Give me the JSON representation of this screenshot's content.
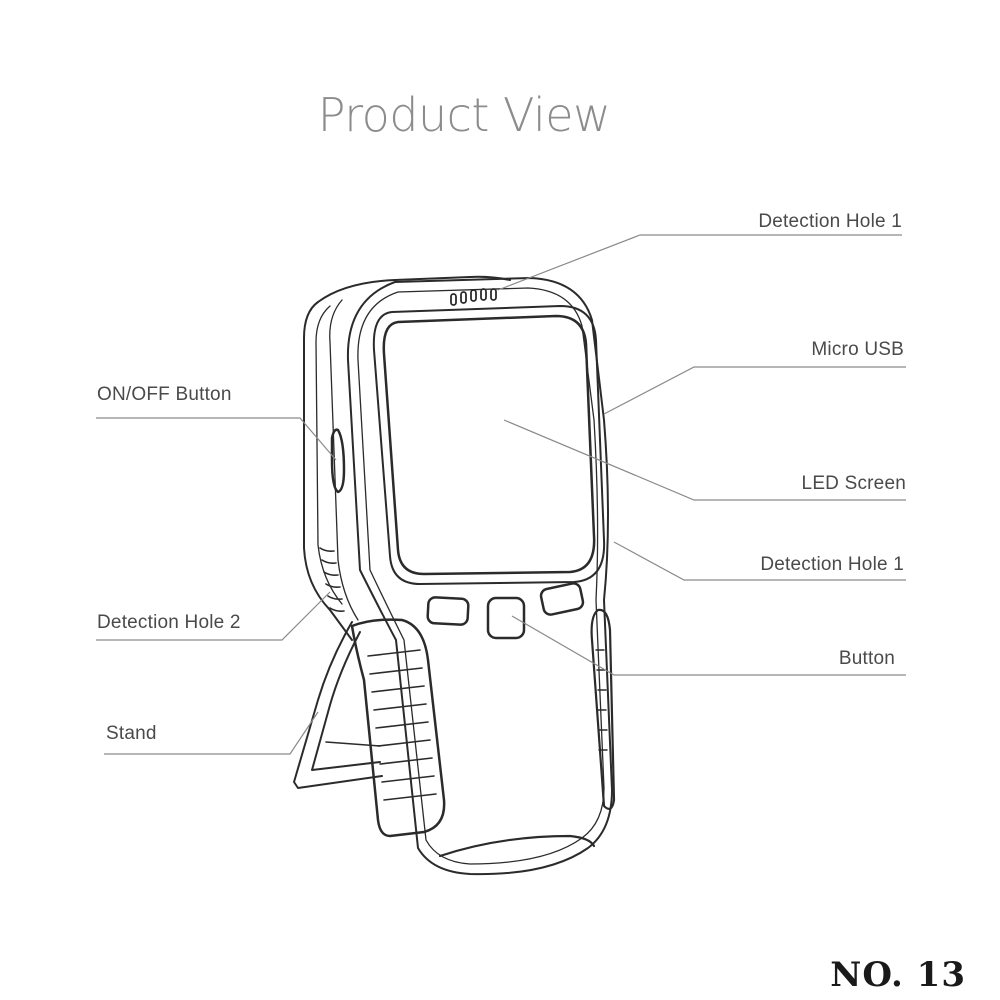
{
  "title": "Product View",
  "labels": {
    "detection_hole_1_top": "Detection Hole 1",
    "micro_usb": "Micro USB",
    "led_screen": "LED Screen",
    "detection_hole_1_side": "Detection Hole 1",
    "button": "Button",
    "on_off_button": "ON/OFF Button",
    "detection_hole_2": "Detection Hole 2",
    "stand": "Stand"
  },
  "badge": "NO. 13",
  "colors": {
    "line": "#2b2b2b",
    "leader": "#8a8a8a",
    "label": "#4a4a4a",
    "title": "#8c8c8c"
  }
}
